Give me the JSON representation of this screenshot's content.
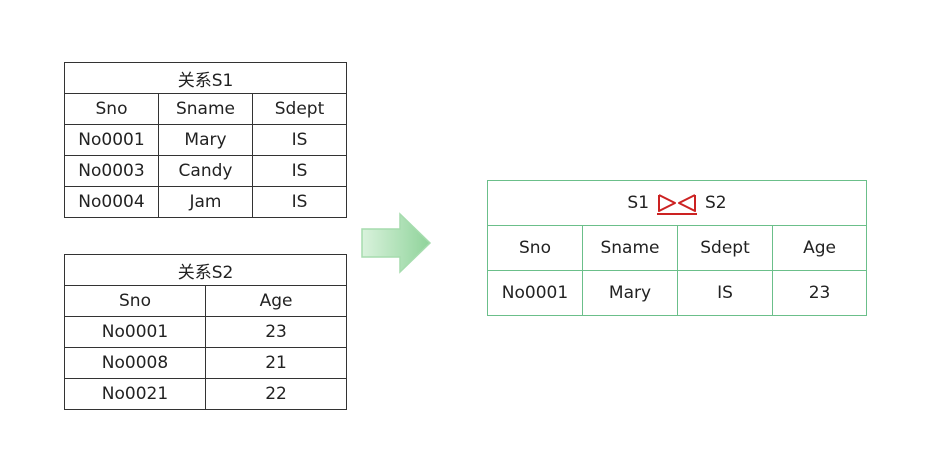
{
  "s1": {
    "title": "关系S1",
    "headers": [
      "Sno",
      "Sname",
      "Sdept"
    ],
    "rows": [
      [
        "No0001",
        "Mary",
        "IS"
      ],
      [
        "No0003",
        "Candy",
        "IS"
      ],
      [
        "No0004",
        "Jam",
        "IS"
      ]
    ]
  },
  "s2": {
    "title": "关系S2",
    "headers": [
      "Sno",
      "Age"
    ],
    "rows": [
      [
        "No0001",
        "23"
      ],
      [
        "No0008",
        "21"
      ],
      [
        "No0021",
        "22"
      ]
    ]
  },
  "result": {
    "left_operand": "S1",
    "right_operand": "S2",
    "operator_icon": "natural-join-icon",
    "headers": [
      "Sno",
      "Sname",
      "Sdept",
      "Age"
    ],
    "rows": [
      [
        "No0001",
        "Mary",
        "IS",
        "23"
      ]
    ]
  },
  "colors": {
    "table_border": "#333333",
    "result_border": "#6bbf8a",
    "operator": "#cc2222",
    "arrow_fill_light": "#d9f2dc",
    "arrow_fill_dark": "#8fd39a"
  }
}
